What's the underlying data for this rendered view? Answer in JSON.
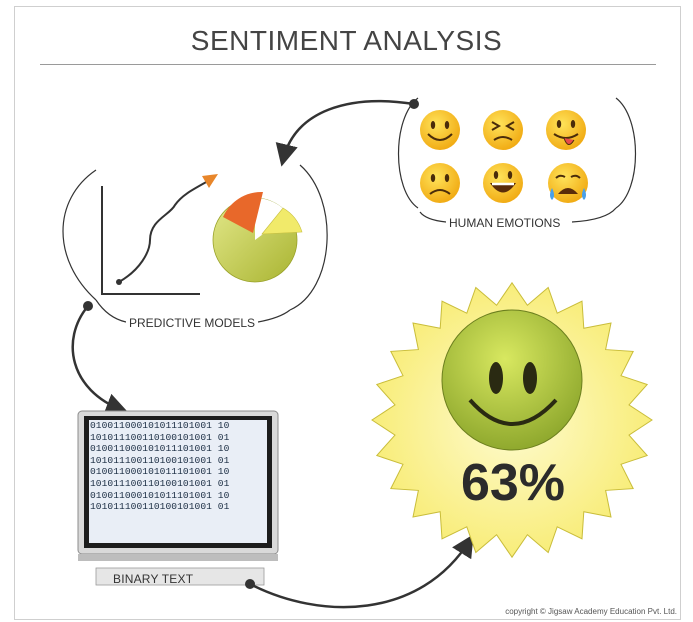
{
  "title": "SENTIMENT ANALYSIS",
  "labels": {
    "human_emotions": "HUMAN EMOTIONS",
    "predictive_models": "PREDICTIVE MODELS",
    "binary_text": "BINARY TEXT"
  },
  "result_percent": "63%",
  "binary_lines": [
    "010011000101011101001 10",
    "101011100110100101001 01",
    "010011000101011101001 10",
    "101011100110100101001 01",
    "010011000101011101001 10",
    "101011100110100101001 01",
    "010011000101011101001 10",
    "101011100110100101001 01"
  ],
  "emojis": [
    "smiling-face",
    "squinting-face",
    "tongue-out-face",
    "sad-face",
    "grinning-face",
    "crying-face"
  ],
  "copyright": "copyright © Jigsaw Academy Education Pvt. Ltd.",
  "colors": {
    "emoji_yellow": "#f5c21b",
    "burst_yellow": "#fbf28a",
    "pie_green": "#c5cf4a",
    "pie_orange": "#e8682a",
    "arrow": "#333333"
  }
}
